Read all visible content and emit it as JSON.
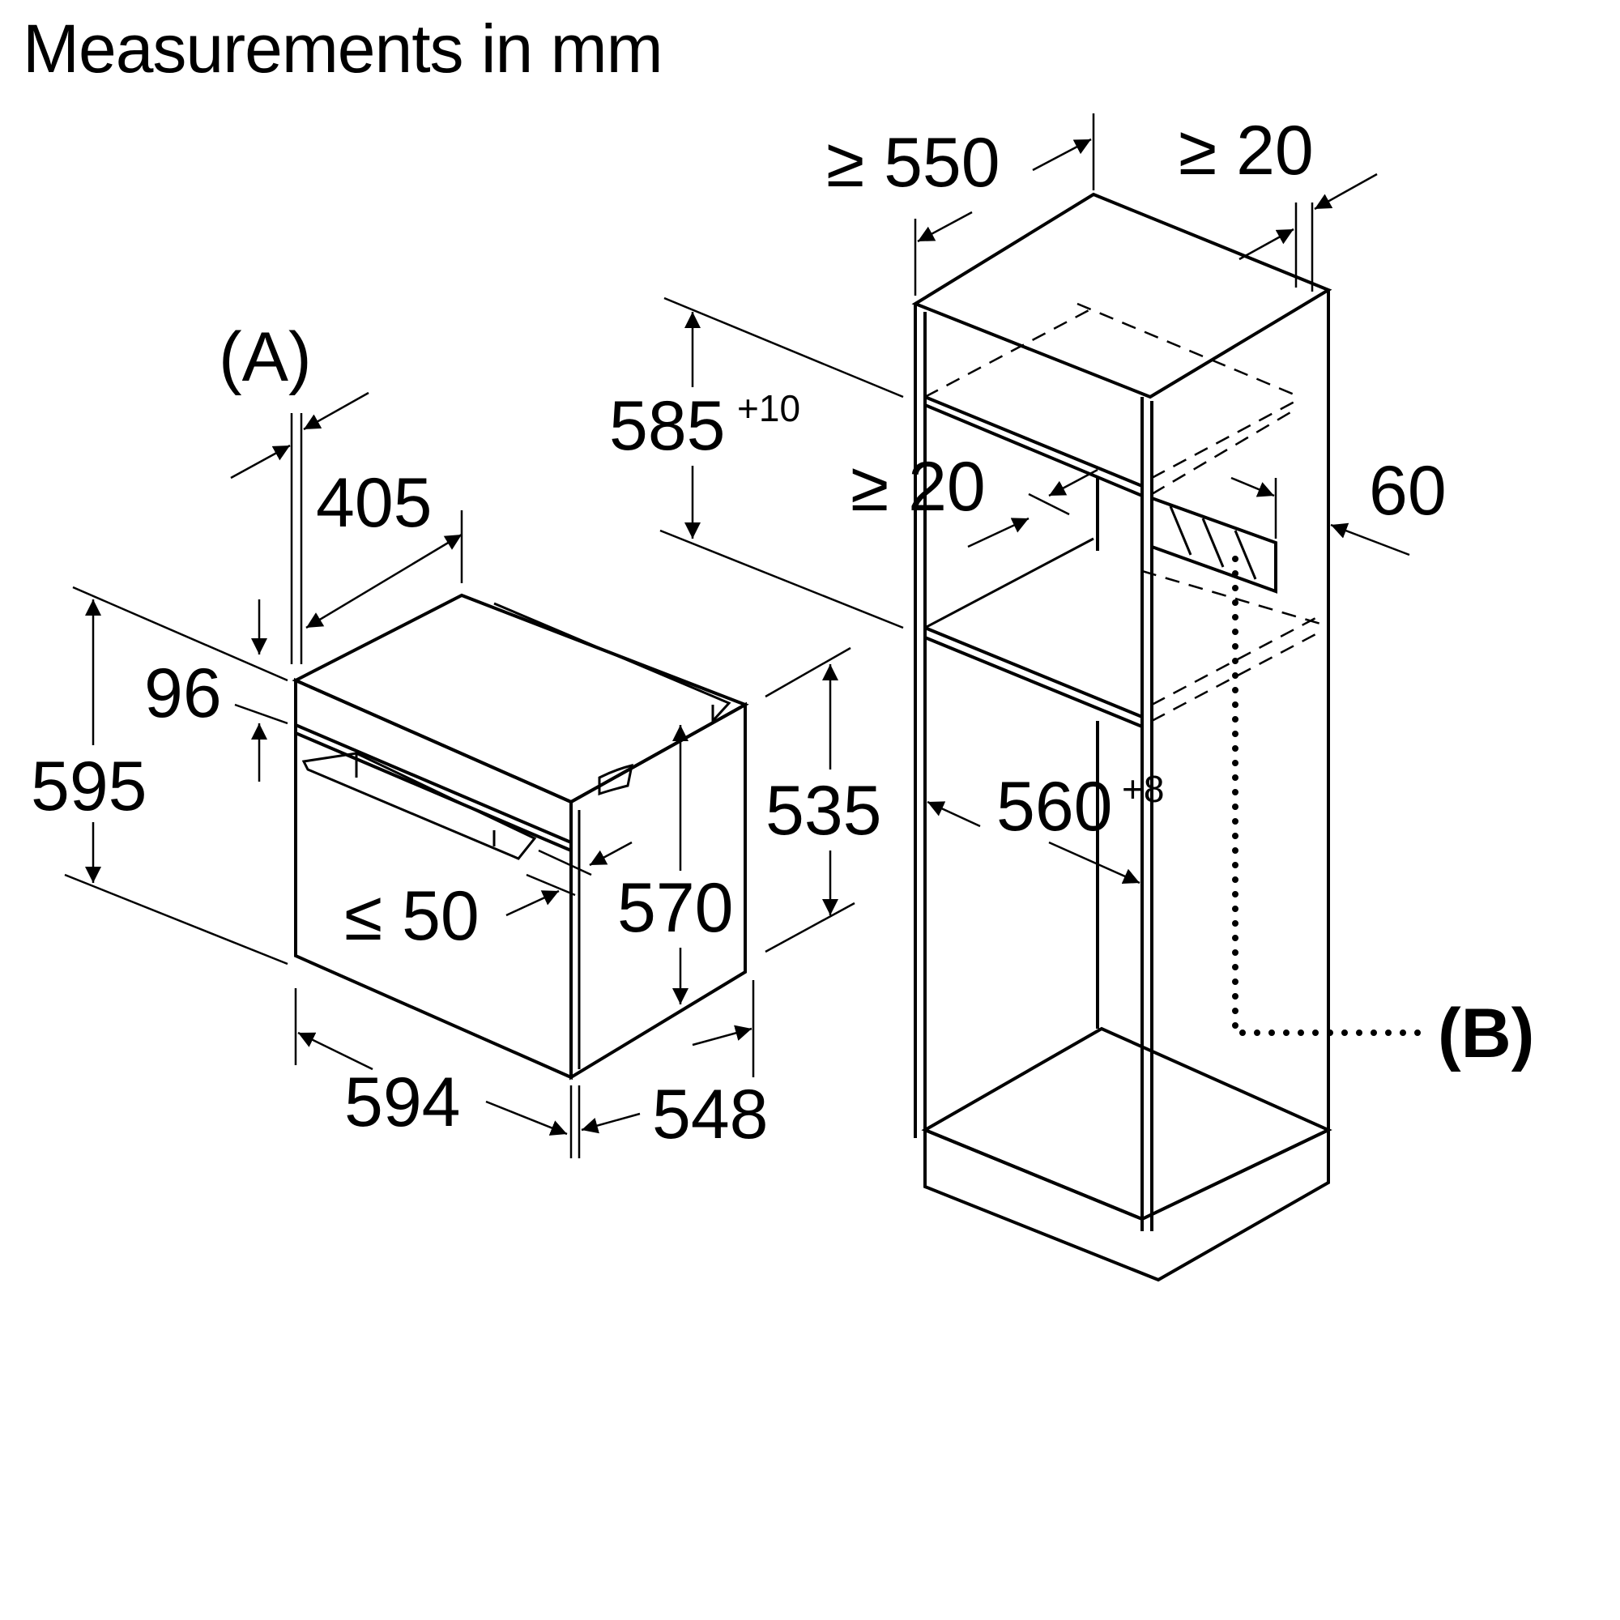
{
  "title": "Measurements in mm",
  "labels": {
    "A": "(A)",
    "B": "(B)"
  },
  "dimensions": {
    "appliance": {
      "d405": "405",
      "d96": "96",
      "d595": "595",
      "d594": "594",
      "d548": "548",
      "d535": "535",
      "d570": "570",
      "d50": "≤ 50"
    },
    "cabinet": {
      "d550": "≥ 550",
      "d20_top": "≥ 20",
      "d585": "585",
      "d585_tol": "+10",
      "d20_mid": "≥ 20",
      "d60": "60",
      "d560": "560",
      "d560_tol": "+8"
    }
  },
  "colors": {
    "ink": "#000000",
    "background": "#ffffff"
  }
}
